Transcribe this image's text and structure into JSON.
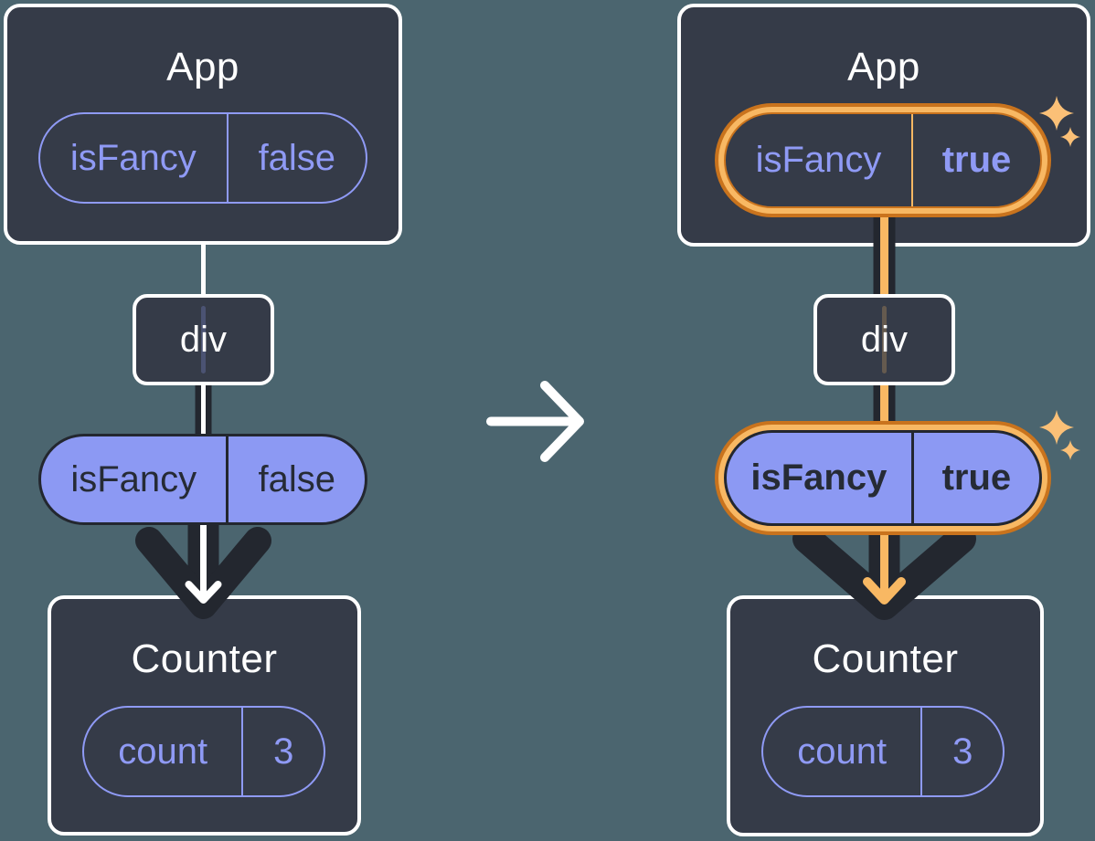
{
  "before": {
    "app": {
      "title": "App",
      "state": {
        "key": "isFancy",
        "value": "false"
      }
    },
    "div": {
      "label": "div"
    },
    "prop": {
      "key": "isFancy",
      "value": "false"
    },
    "counter": {
      "title": "Counter",
      "state": {
        "key": "count",
        "value": "3"
      }
    }
  },
  "after": {
    "app": {
      "title": "App",
      "state": {
        "key": "isFancy",
        "value": "true"
      }
    },
    "div": {
      "label": "div"
    },
    "prop": {
      "key": "isFancy",
      "value": "true"
    },
    "counter": {
      "title": "Counter",
      "state": {
        "key": "count",
        "value": "3"
      }
    }
  },
  "colors": {
    "background": "#4b656f",
    "box_fill": "#353b48",
    "box_border": "#ffffff",
    "purple": "#8f9af5",
    "purple_pill_fill": "#8c99f3",
    "dark": "#23272f",
    "dark_text_on_purple": "#262b35",
    "highlight_orange": "#f8b863",
    "highlight_orange_dark": "#c9731d",
    "sparkle": "#fbc077"
  },
  "icons": {
    "transition": "transition-arrow-icon",
    "highlight": "sparkle-icon",
    "flow": "prop-flow-arrow"
  }
}
